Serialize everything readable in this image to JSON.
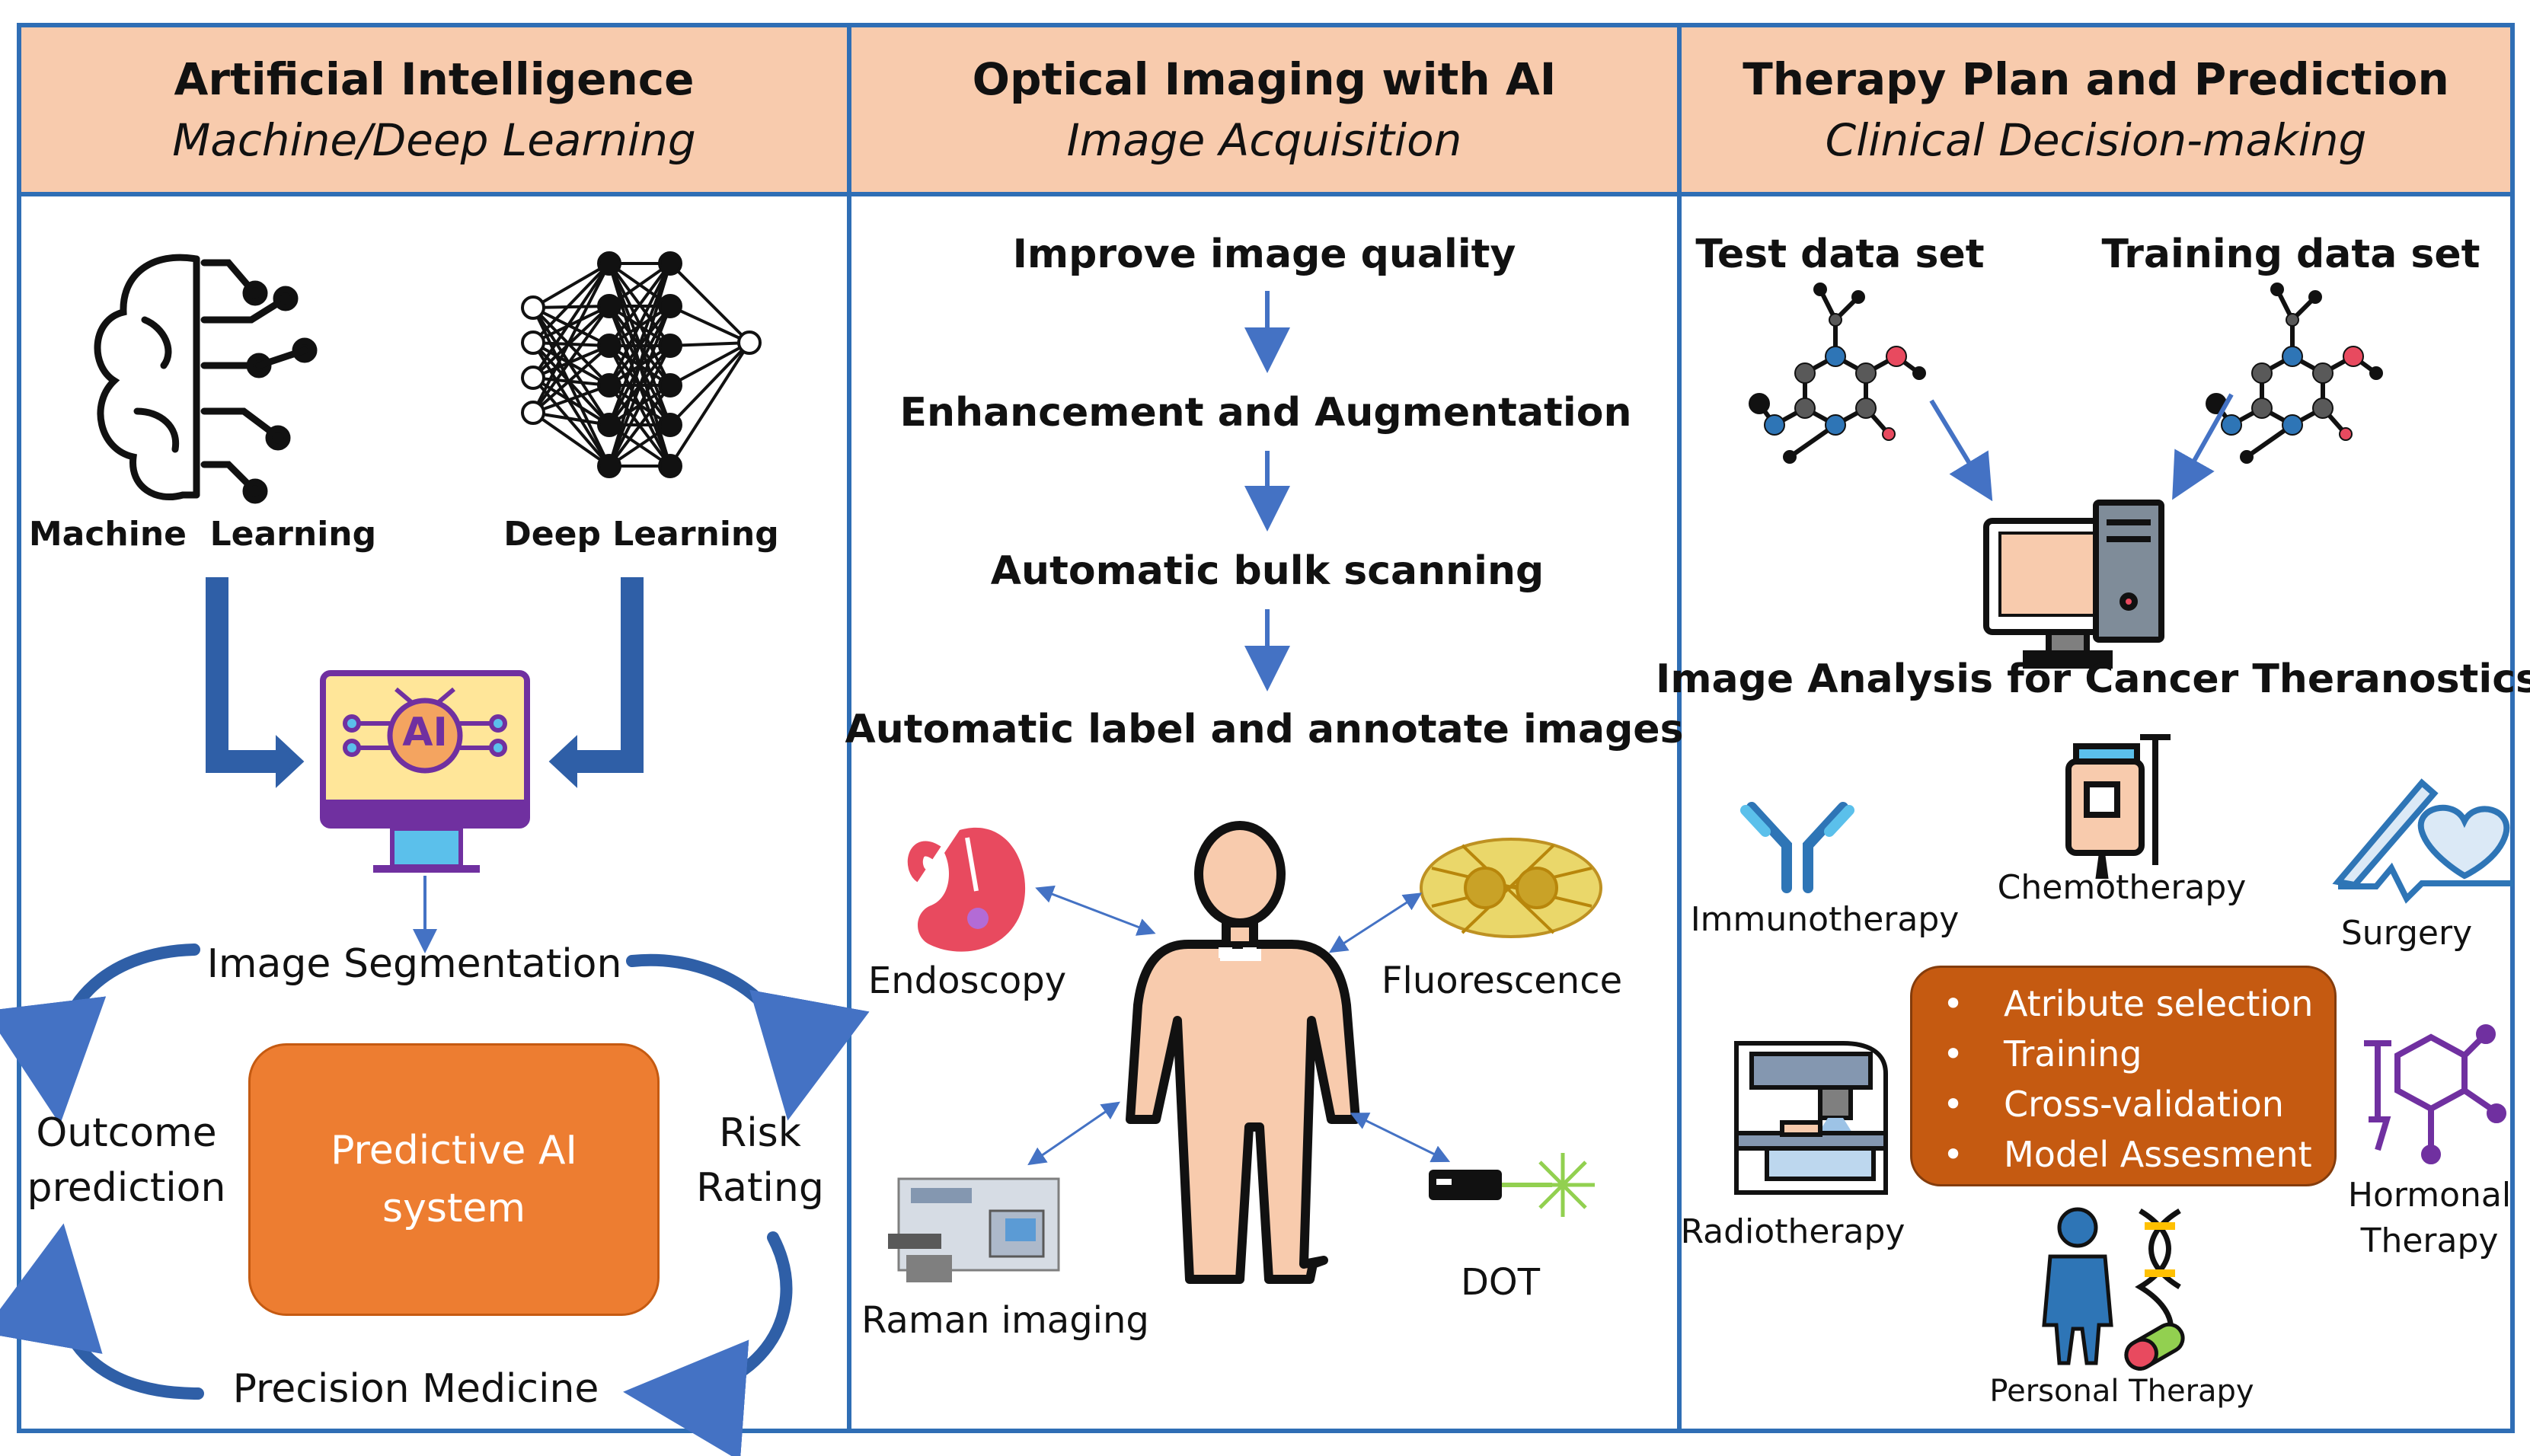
{
  "columns": [
    {
      "title": "Artificial Intelligence",
      "subtitle": "Machine/Deep Learning"
    },
    {
      "title": "Optical Imaging with AI",
      "subtitle": "Image Acquisition"
    },
    {
      "title": "Therapy Plan and Prediction",
      "subtitle": "Clinical Decision-making"
    }
  ],
  "panel1": {
    "ml_label": "Machine  Learning",
    "dl_label": "Deep Learning",
    "ai_chip": "AI",
    "segmentation": "Image Segmentation",
    "outcome": [
      "Outcome",
      "prediction"
    ],
    "risk": [
      "Risk",
      "Rating"
    ],
    "precision": "Precision Medicine",
    "predictive": [
      "Predictive AI",
      "system"
    ]
  },
  "panel2": {
    "steps": [
      "Improve image quality",
      "Enhancement and Augmentation",
      "Automatic bulk scanning",
      "Automatic label and annotate images"
    ],
    "modalities": {
      "endoscopy": "Endoscopy",
      "fluorescence": "Fluorescence",
      "raman": "Raman imaging",
      "dot": "DOT"
    }
  },
  "panel3": {
    "test": "Test data set",
    "training": "Training data set",
    "analysis": "Image Analysis for Cancer Theranostics",
    "therapies": {
      "immuno": "Immunotherapy",
      "chemo": "Chemotherapy",
      "surgery": "Surgery",
      "radio": "Radiotherapy",
      "hormonal": [
        "Hormonal",
        "Therapy"
      ],
      "personal": "Personal Therapy"
    },
    "model_steps": [
      "Atribute selection",
      "Training",
      "Cross-validation",
      "Model Assesment"
    ]
  },
  "colors": {
    "border": "#2f6eb5",
    "header": "#f8cbad",
    "predictive": "#ed7d31",
    "model_box": "#c55a11",
    "arrow": "#4472c4"
  }
}
